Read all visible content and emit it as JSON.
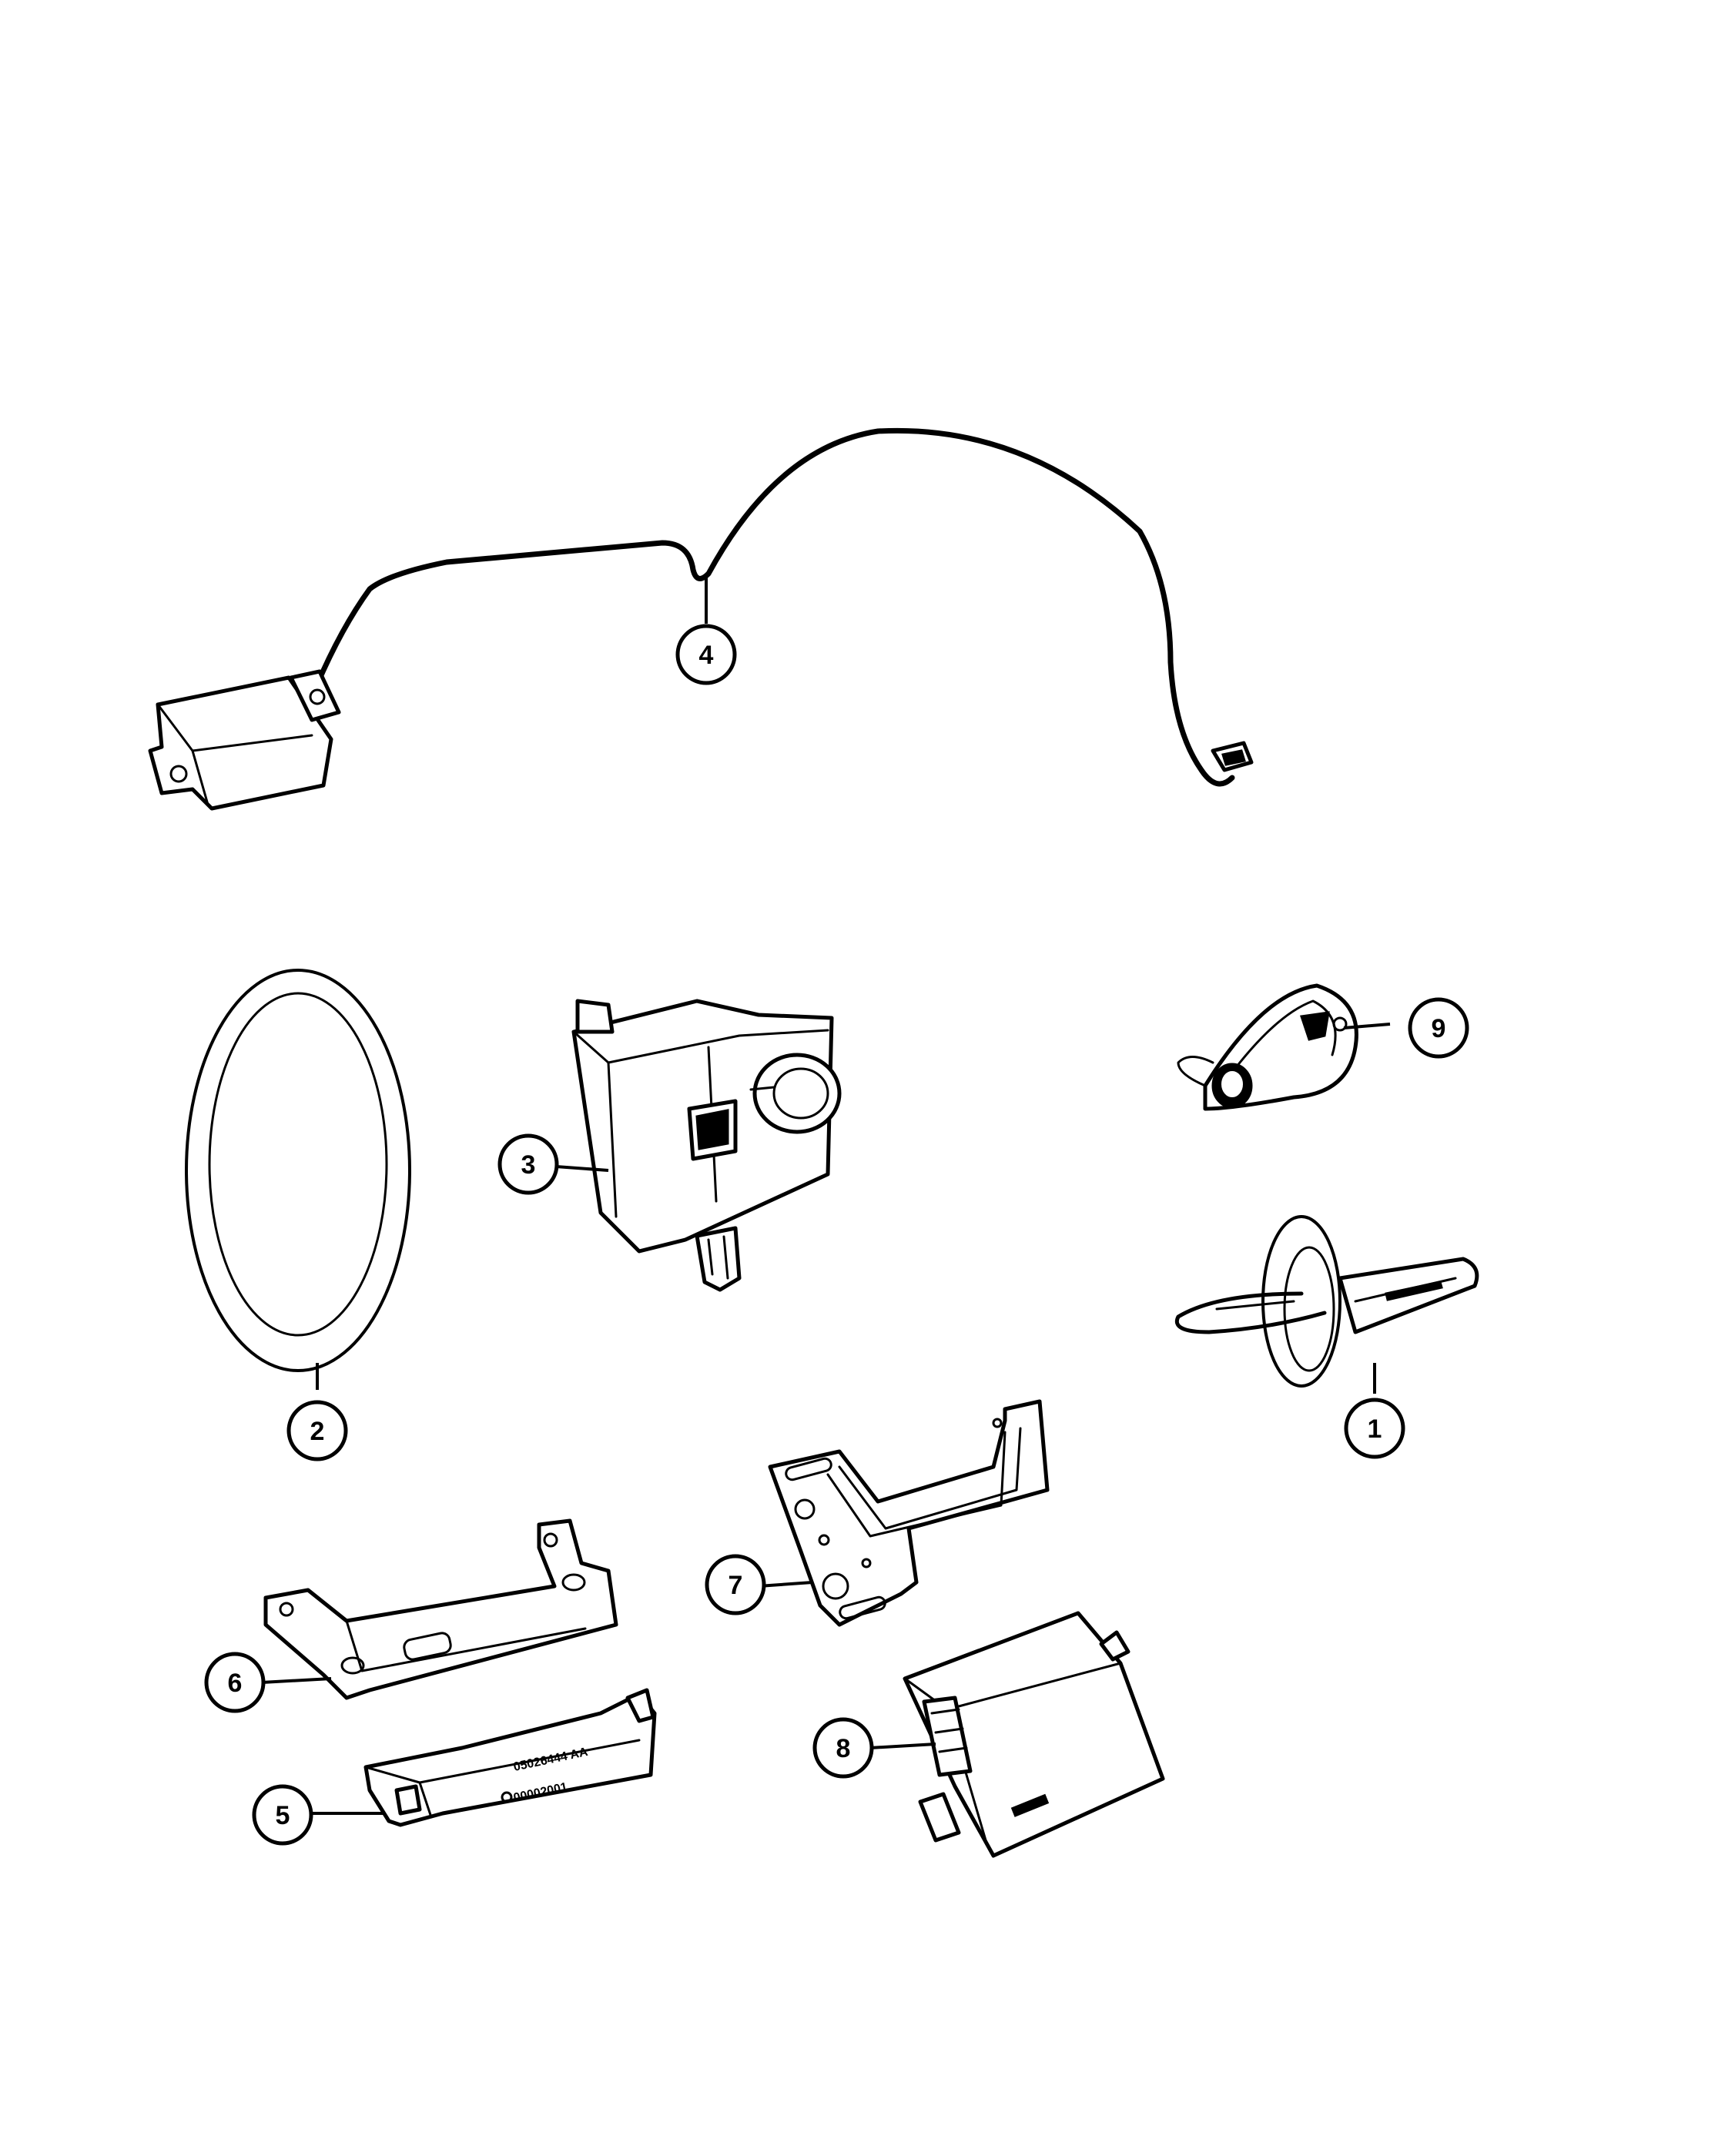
{
  "callouts": [
    {
      "number": "1",
      "part": "key-fob-blade"
    },
    {
      "number": "2",
      "part": "ring"
    },
    {
      "number": "3",
      "part": "ignition-module"
    },
    {
      "number": "4",
      "part": "antenna-cable"
    },
    {
      "number": "5",
      "part": "module-with-bracket"
    },
    {
      "number": "6",
      "part": "bracket"
    },
    {
      "number": "7",
      "part": "mounting-plate"
    },
    {
      "number": "8",
      "part": "control-module"
    },
    {
      "number": "9",
      "part": "key-fob"
    }
  ],
  "part5_labels": {
    "line1": "05026444 AA",
    "line2": "00002001"
  }
}
